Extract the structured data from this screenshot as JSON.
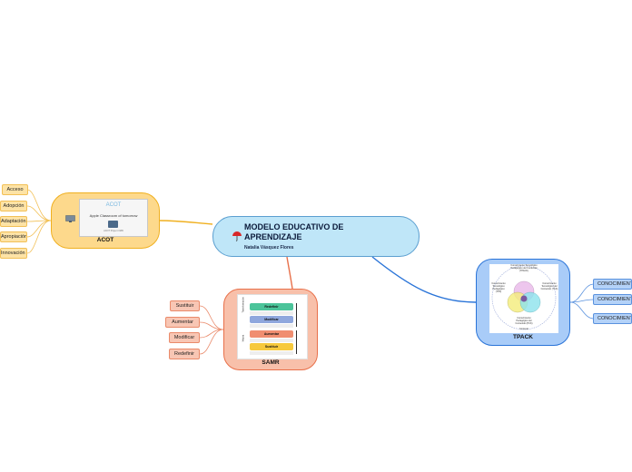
{
  "central": {
    "title": "MODELO EDUCATIVO DE APRENDIZAJE",
    "author": "Natalia Vásquez Flores",
    "icon": "umbrella-icon"
  },
  "acot": {
    "label": "ACOT",
    "color": "#fdd98c",
    "border": "#f0b020",
    "image": {
      "logo": "ACOT",
      "subtitle": "Apple Classroom of tomorrow",
      "caption": "ACOT Project 1985"
    },
    "leaves": [
      "Acceso",
      "Adopción",
      "Adaptación",
      "Apropiación",
      "Innovación"
    ]
  },
  "samr": {
    "label": "SAMR",
    "color": "#f8c0aa",
    "border": "#e8704a",
    "image": {
      "levels": [
        {
          "name": "Redefinir",
          "color": "#4cc49a"
        },
        {
          "name": "Modificar",
          "color": "#8fa7dd"
        },
        {
          "name": "Aumentar",
          "color": "#f08e70"
        },
        {
          "name": "Sustituir",
          "color": "#f7c93c"
        }
      ],
      "side_top": "Transformación",
      "side_bottom": "Mejora"
    },
    "leaves": [
      "Sustituir",
      "Aumentar",
      "Modificar",
      "Redefinir"
    ]
  },
  "tpack": {
    "label": "TPACK",
    "color": "#a9ccf8",
    "border": "#2a74d8",
    "image": {
      "top": "Conocimiento Tecnológico Pedagógico del Contenido (TPACK)",
      "left": "Conocimiento Tecnológico Pedagógico (TPK)",
      "right": "Conocimiento Tecnológico del Contenido (TCK)",
      "bottom": "Conocimiento Pedagógico del Contenido (PCK)",
      "footer": "Contexto"
    },
    "leaves": [
      "CONOCIMIENTO",
      "CONOCIMIENTO",
      "CONOCIMIENTO"
    ]
  }
}
